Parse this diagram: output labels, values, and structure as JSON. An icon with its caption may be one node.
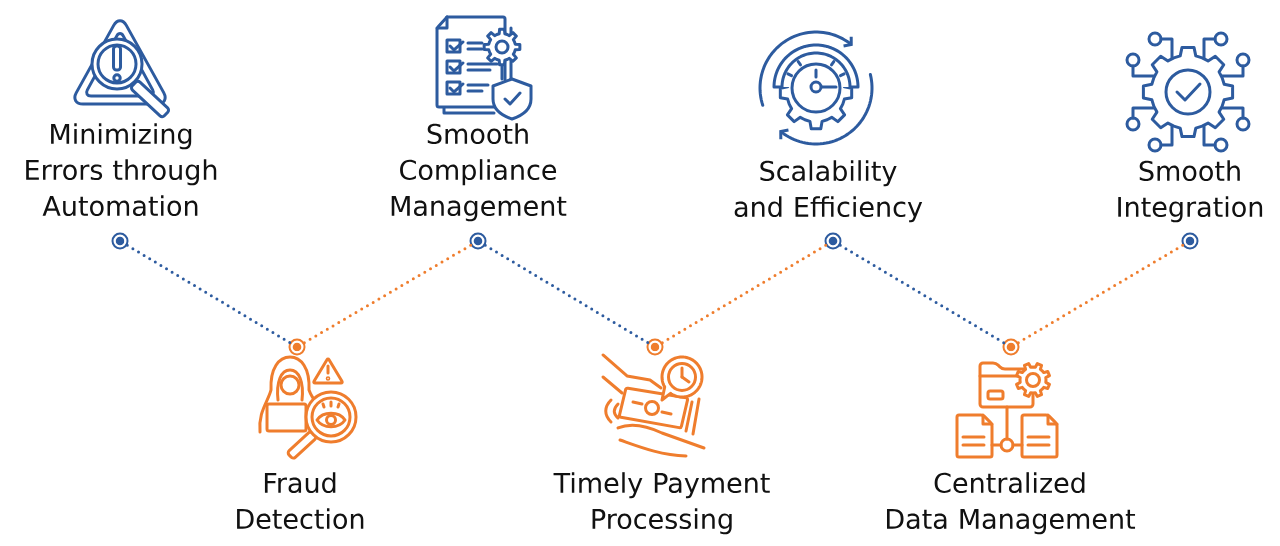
{
  "diagram": {
    "nodes": [
      {
        "text": [],
        "shape": "circle",
        "beside": [
          "Minimizing Errors through Automation"
        ]
      },
      {
        "text": [],
        "shape": "circle"
      },
      {
        "text": [],
        "shape": "circle",
        "beside": [
          "Smooth Compliance Management"
        ]
      },
      {
        "text": [],
        "shape": "circle"
      },
      {
        "text": [],
        "shape": "circle",
        "beside": [
          "Scalability and Efficiency"
        ]
      },
      {
        "text": [],
        "shape": "circle"
      },
      {
        "text": [],
        "shape": "circle",
        "beside": [
          "Smooth Integration"
        ]
      }
    ],
    "edges": [
      {
        "from": 0,
        "to": 1,
        "arrow": "none",
        "color": "#2d5b9f"
      },
      {
        "from": 1,
        "to": 2,
        "arrow": "none",
        "color": "#ef7d2d"
      },
      {
        "from": 2,
        "to": 3,
        "arrow": "none",
        "color": "#2d5b9f"
      },
      {
        "from": 3,
        "to": 4,
        "arrow": "none",
        "color": "#ef7d2d"
      },
      {
        "from": 4,
        "to": 5,
        "arrow": "none",
        "color": "#2d5b9f"
      },
      {
        "from": 5,
        "to": 6,
        "arrow": "none",
        "color": "#ef7d2d"
      }
    ],
    "labels": [
      "Fraud Detection",
      "Timely Payment Processing",
      "Centralized Data Management"
    ]
  }
}
